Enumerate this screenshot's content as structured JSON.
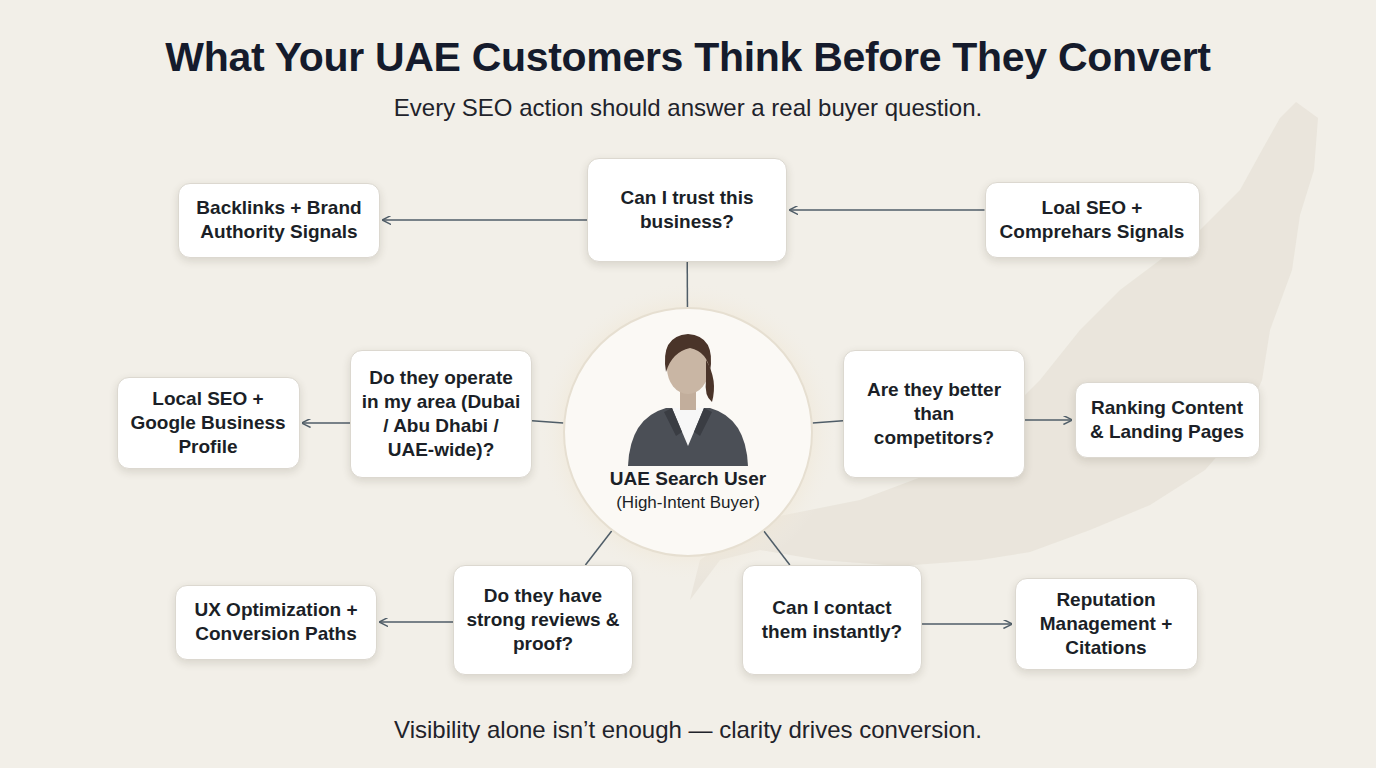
{
  "diagram": {
    "title": "What Your UAE Customers Think Before They Convert",
    "caption": "Visibility alone isn’t enough — clarity drives conversion.",
    "nodes": [
      {
        "text": [
          "Backlinks + Brand Authority Signals"
        ]
      },
      {
        "text": [
          "Can I trust this business?"
        ]
      },
      {
        "text": [
          "Loal SEO + Comprehars Signals"
        ]
      },
      {
        "text": [
          "Local SEO + Google Business Profile"
        ]
      },
      {
        "text": [
          "Do they operate in my area (Dubai / Abu Dhabi / UAE-wide)?"
        ]
      },
      {
        "text": [
          "UAE Search User",
          "(High-Intent Buyer)"
        ]
      },
      {
        "text": [
          "Are they better than competitors?"
        ]
      },
      {
        "text": [
          "Ranking Content & Landing Pages"
        ]
      },
      {
        "text": [
          "UX Optimization + Conversion Paths"
        ]
      },
      {
        "text": [
          "Do they have strong reviews & proof?"
        ]
      },
      {
        "text": [
          "Can I contact them instantly?"
        ]
      },
      {
        "text": [
          "Reputation Management + Citations"
        ]
      }
    ],
    "edges": [
      {
        "from": 1,
        "to": 0,
        "arrow": "to"
      },
      {
        "from": 2,
        "to": 1,
        "arrow": "to"
      },
      {
        "from": 1,
        "to": 5,
        "arrow": "none"
      },
      {
        "from": 4,
        "to": 3,
        "arrow": "to"
      },
      {
        "from": 5,
        "to": 4,
        "arrow": "none"
      },
      {
        "from": 5,
        "to": 6,
        "arrow": "none"
      },
      {
        "from": 6,
        "to": 7,
        "arrow": "to"
      },
      {
        "from": 5,
        "to": 9,
        "arrow": "none"
      },
      {
        "from": 9,
        "to": 8,
        "arrow": "to"
      },
      {
        "from": 5,
        "to": 10,
        "arrow": "none"
      },
      {
        "from": 10,
        "to": 11,
        "arrow": "to"
      }
    ],
    "labels": [
      "Every SEO action should answer a real buyer question."
    ]
  }
}
